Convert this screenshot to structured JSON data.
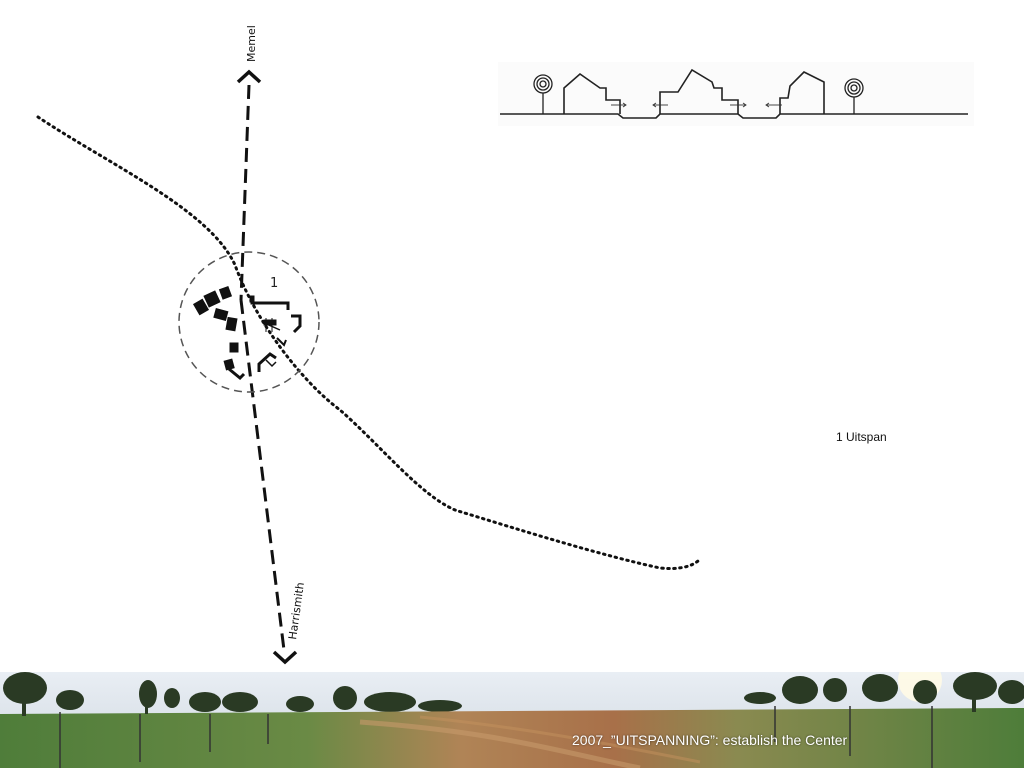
{
  "routes": {
    "north_label": "Memel",
    "south_label": "Harrismith"
  },
  "zone": {
    "number": "1"
  },
  "legend": {
    "item_1": "1 Uitspan"
  },
  "caption": "2007_”UITSPANNING”: establish the Center",
  "colors": {
    "ink": "#111111",
    "sky": "#dfe6ee",
    "grass": "#4e7d3a",
    "soil": "#a8734c",
    "tree": "#2a3a24"
  }
}
